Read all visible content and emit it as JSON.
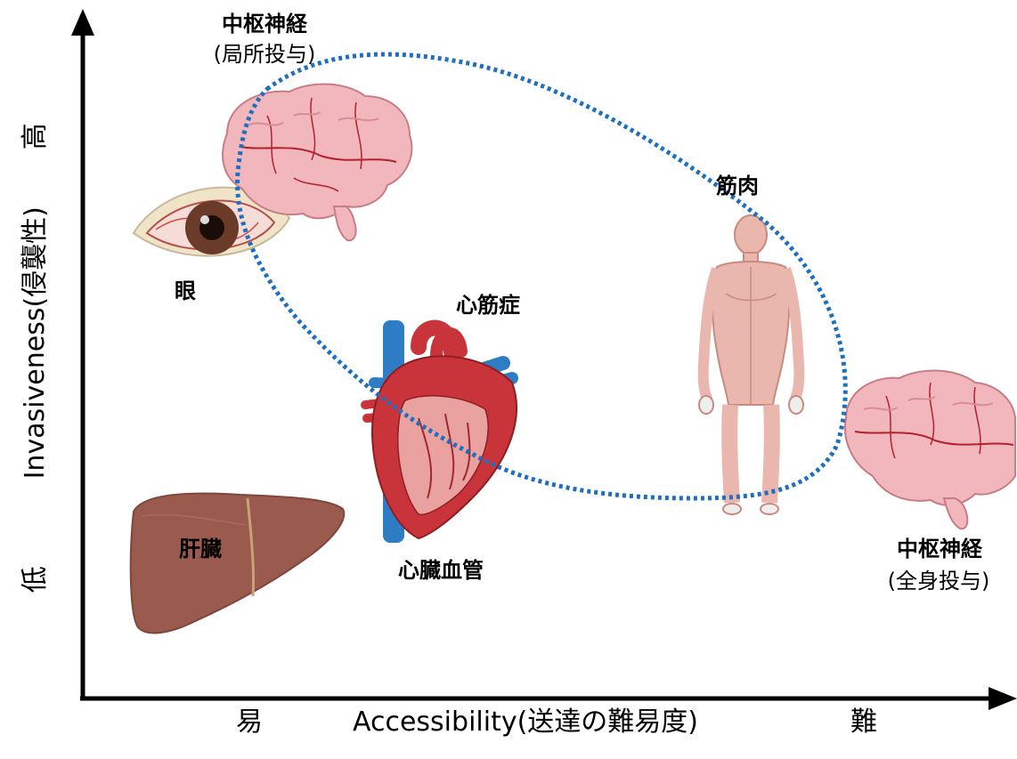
{
  "labels": {
    "cns_local_title": "中枢神経",
    "cns_local_sub": "(局所投与)",
    "eye": "眼",
    "muscle": "筋肉",
    "cardiomyopathy": "心筋症",
    "liver": "肝臓",
    "cardiovascular": "心臓血管",
    "cns_systemic_title": "中枢神経",
    "cns_systemic_sub": "(全身投与)"
  },
  "x_axis": {
    "low": "易",
    "label": "Accessibility(送達の難易度)",
    "high": "難"
  },
  "y_axis": {
    "low": "低",
    "label": "Invasiveness(侵襲性)",
    "high": "高"
  },
  "icons": [
    "brain-icon",
    "eye-icon",
    "heart-icon",
    "liver-icon",
    "human-body-icon",
    "brain-icon"
  ],
  "colors": {
    "dotted_region": "#1f6fbf",
    "brain": "#f2b7bc",
    "liver": "#9b5a4e",
    "body": "#e9b7ae",
    "heart_red": "#c8343a",
    "vessel_blue": "#2e7cc3"
  }
}
